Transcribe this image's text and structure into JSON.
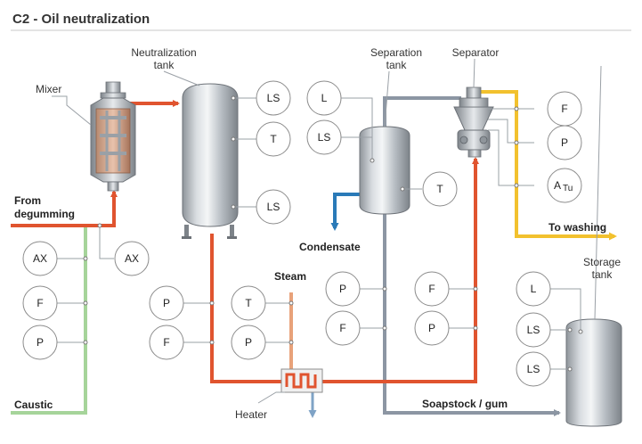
{
  "title": "C2 - Oil neutralization",
  "colors": {
    "oil_red": "#e0542f",
    "caustic_green": "#a6d49a",
    "steam_orange": "#e8a27a",
    "gray_line": "#8c96a3",
    "yellow_line": "#f2c12e",
    "condensate_blue": "#2a7ab8"
  },
  "labels": {
    "mixer": "Mixer",
    "neutralization_tank_l1": "Neutralization",
    "neutralization_tank_l2": "tank",
    "separation_tank_l1": "Separation",
    "separation_tank_l2": "tank",
    "separator": "Separator",
    "storage_tank_l1": "Storage",
    "storage_tank_l2": "tank",
    "from_degumming_l1": "From",
    "from_degumming_l2": "degumming",
    "caustic": "Caustic",
    "steam": "Steam",
    "heater": "Heater",
    "condensate": "Condensate",
    "to_washing": "To washing",
    "soapstock": "Soapstock / gum"
  },
  "instruments": {
    "neut_ls_top": "LS",
    "neut_t": "T",
    "neut_ls_bottom": "LS",
    "sep_l": "L",
    "sep_ls": "LS",
    "sep_t": "T",
    "sepr_f": "F",
    "sepr_p": "P",
    "sepr_a_main": "A",
    "sepr_a_sub": "Tu",
    "feed_ax_left": "AX",
    "feed_ax_right": "AX",
    "caustic_f": "F",
    "caustic_p": "P",
    "heat_p": "P",
    "heat_f": "F",
    "heat_t": "T",
    "heat_p2": "P",
    "sepline_p": "P",
    "sepline_f": "F",
    "sepin_f": "F",
    "sepin_p": "P",
    "stor_l": "L",
    "stor_ls_top": "LS",
    "stor_ls_bottom": "LS"
  }
}
